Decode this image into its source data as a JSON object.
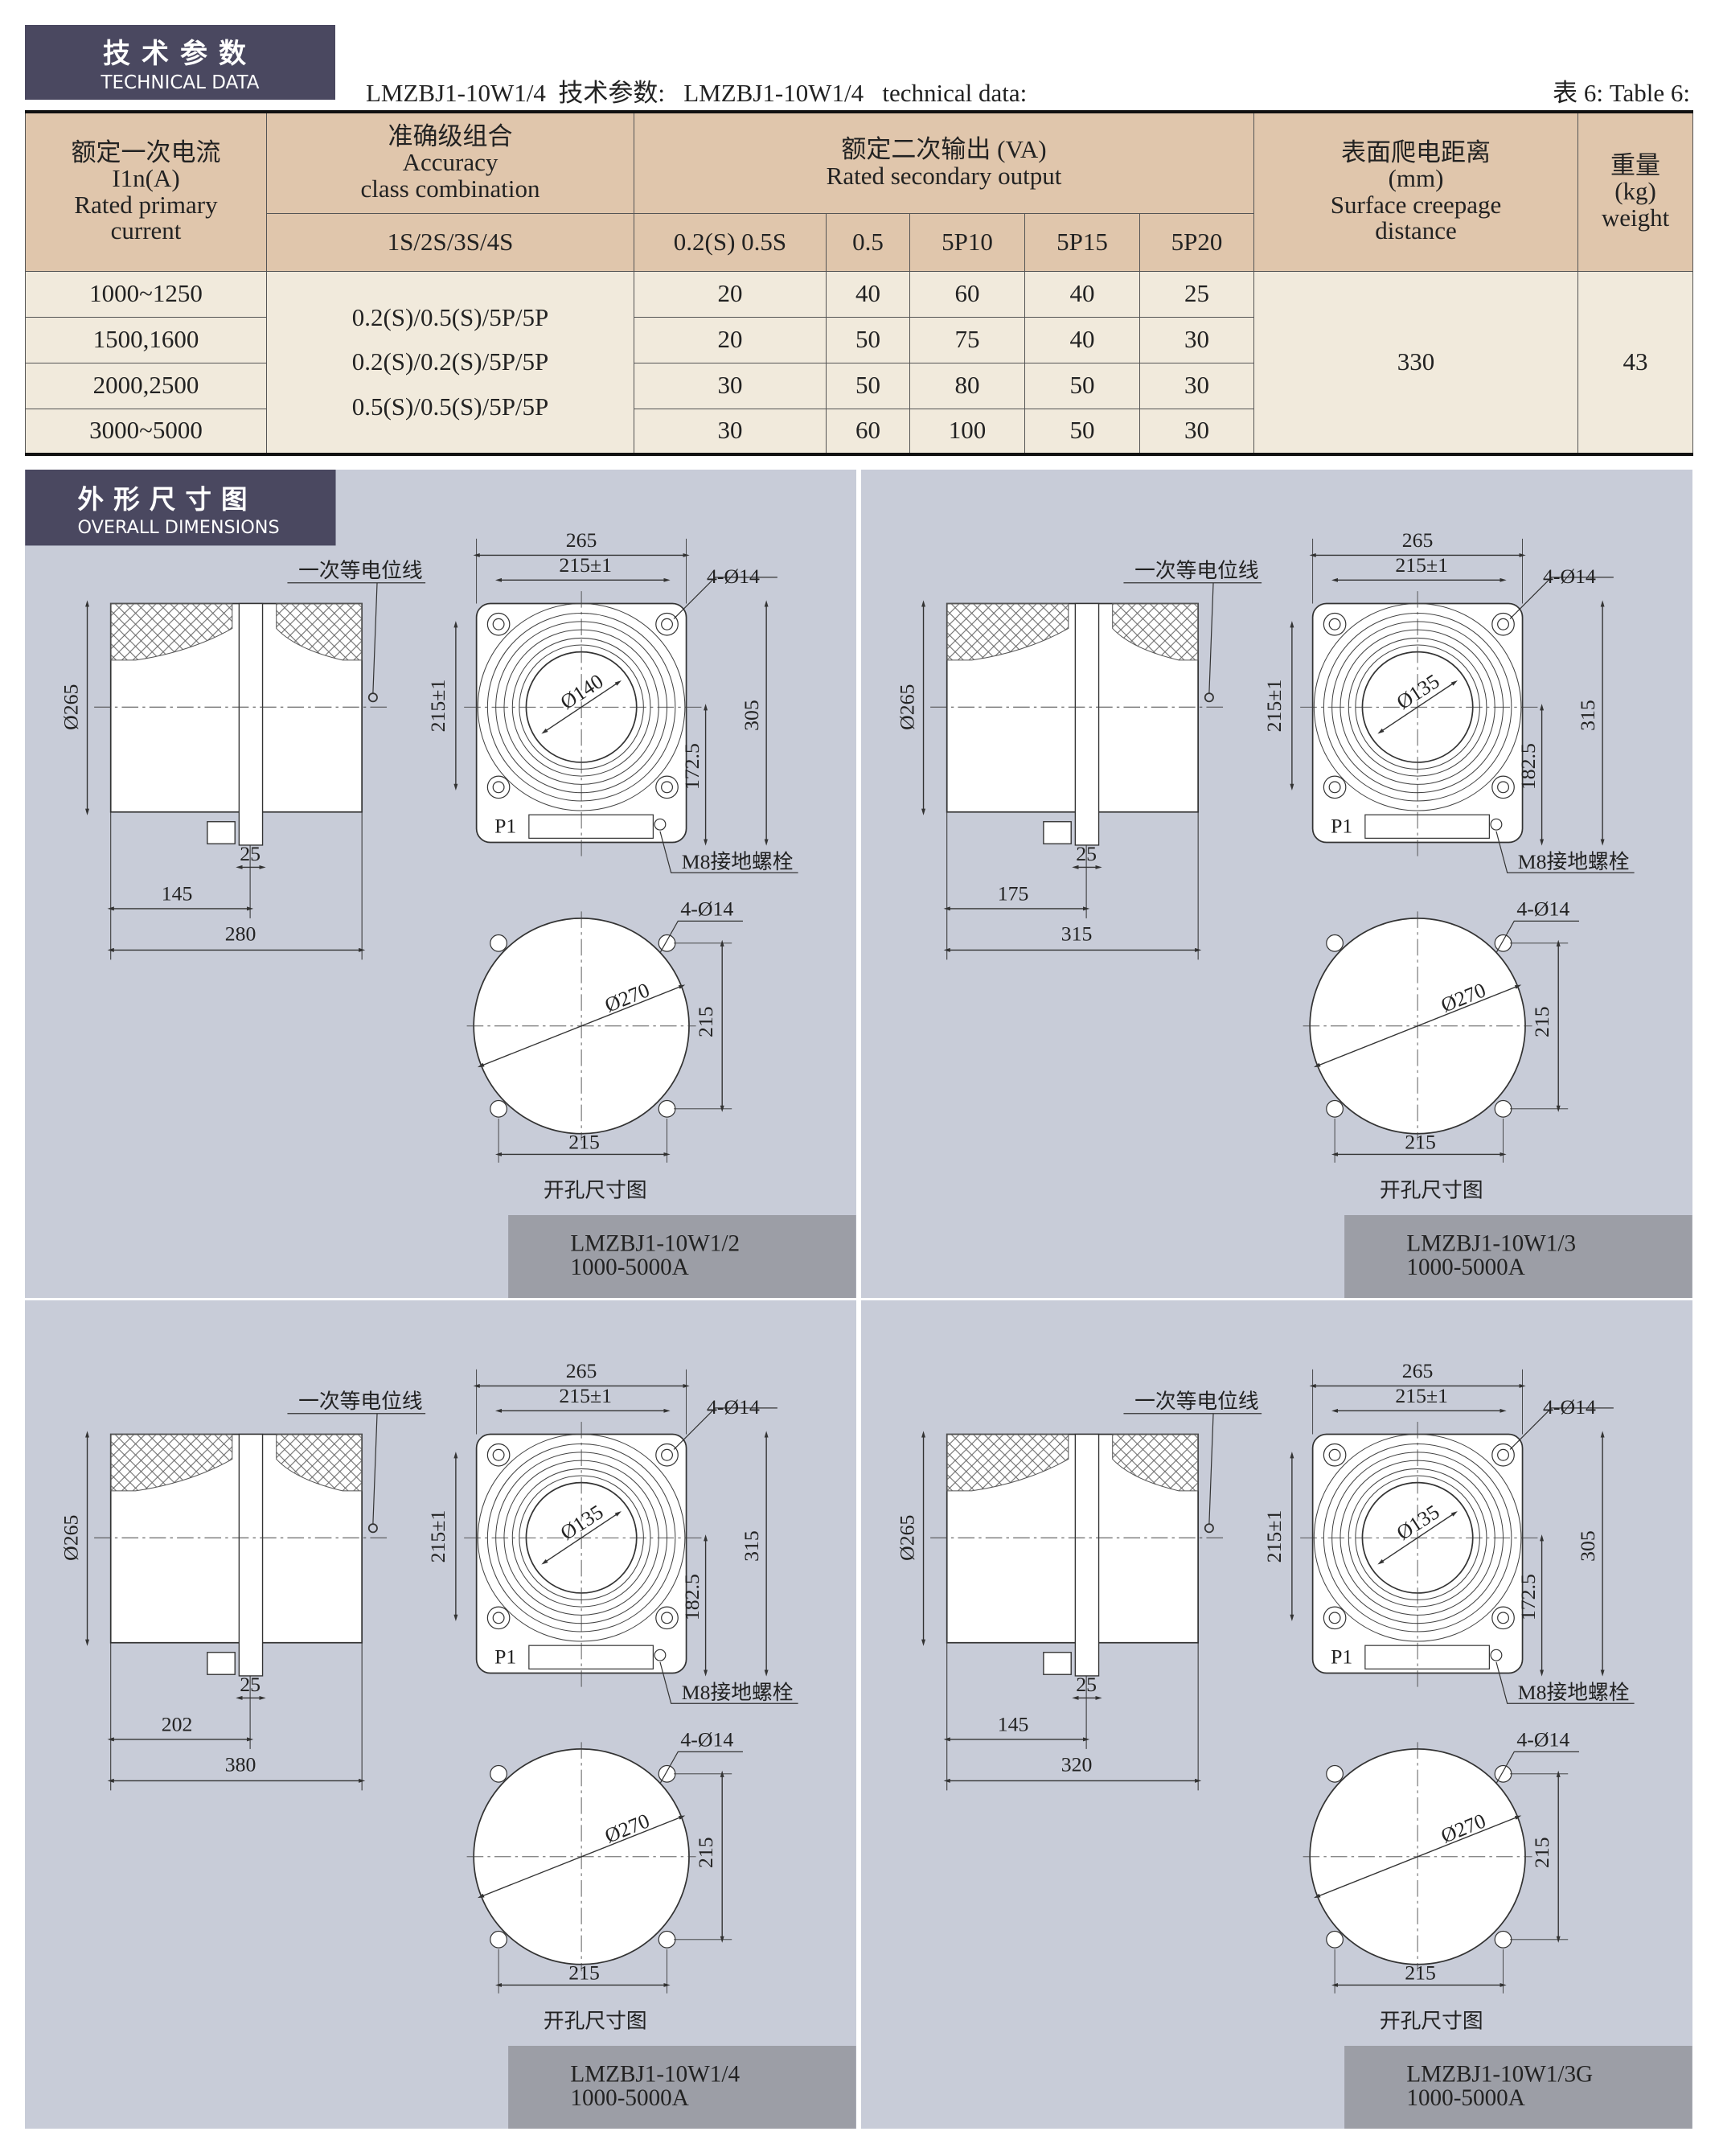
{
  "tech_badge": {
    "zh": "技术参数",
    "en": "TECHNICAL DATA"
  },
  "title_line": "LMZBJ1-10W1/4  技术参数:   LMZBJ1-10W1/4   technical data:",
  "table_no": "表 6: Table 6:",
  "table": {
    "h_current": [
      "额定一次电流",
      "I1n(A)",
      "Rated primary",
      "current"
    ],
    "h_accuracy": [
      "准确级组合",
      "Accuracy",
      "class combination"
    ],
    "h_output": [
      "额定二次输出 (VA)",
      "Rated secondary output"
    ],
    "h_creepage": [
      "表面爬电距离",
      "(mm)",
      "Surface creepage",
      "distance"
    ],
    "h_weight": [
      "重量",
      "(kg)",
      "weight"
    ],
    "sub_accuracy": "1S/2S/3S/4S",
    "sub_cols": [
      "0.2(S)  0.5S",
      "0.5",
      "5P10",
      "5P15",
      "5P20"
    ],
    "accuracy_values": [
      "0.2(S)/0.5(S)/5P/5P",
      "0.2(S)/0.2(S)/5P/5P",
      "0.5(S)/0.5(S)/5P/5P"
    ],
    "rows": [
      {
        "current": "1000~1250",
        "v": [
          "20",
          "40",
          "60",
          "40",
          "25"
        ]
      },
      {
        "current": "1500,1600",
        "v": [
          "20",
          "50",
          "75",
          "40",
          "30"
        ]
      },
      {
        "current": "2000,2500",
        "v": [
          "30",
          "50",
          "80",
          "50",
          "30"
        ]
      },
      {
        "current": "3000~5000",
        "v": [
          "30",
          "60",
          "100",
          "50",
          "30"
        ]
      }
    ],
    "creepage": "330",
    "weight": "43"
  },
  "dim_badge": {
    "zh": "外形尺寸图",
    "en": "OVERALL DIMENSIONS"
  },
  "panels": [
    {
      "lead": "一次等电位线",
      "dia": "Ø265",
      "d25": "25",
      "d_mid": "145",
      "d_total": "280",
      "w265": "265",
      "w215": "215±1",
      "holes": "4-Ø14",
      "inner": "Ø140",
      "h215": "215±1",
      "h_center": "172.5",
      "h_total": "305",
      "p1": "P1",
      "ground": "M8接地螺栓",
      "c_holes": "4-Ø14",
      "c_dia": "Ø270",
      "c_v": "215",
      "c_h": "215",
      "c_title": "开孔尺寸图",
      "model": "LMZBJ1-10W1/2",
      "range": "1000-5000A"
    },
    {
      "lead": "一次等电位线",
      "dia": "Ø265",
      "d25": "25",
      "d_mid": "175",
      "d_total": "315",
      "w265": "265",
      "w215": "215±1",
      "holes": "4-Ø14",
      "inner": "Ø135",
      "h215": "215±1",
      "h_center": "182.5",
      "h_total": "315",
      "p1": "P1",
      "ground": "M8接地螺栓",
      "c_holes": "4-Ø14",
      "c_dia": "Ø270",
      "c_v": "215",
      "c_h": "215",
      "c_title": "开孔尺寸图",
      "model": "LMZBJ1-10W1/3",
      "range": "1000-5000A"
    },
    {
      "lead": "一次等电位线",
      "dia": "Ø265",
      "d25": "25",
      "d_mid": "202",
      "d_total": "380",
      "w265": "265",
      "w215": "215±1",
      "holes": "4-Ø14",
      "inner": "Ø135",
      "h215": "215±1",
      "h_center": "182.5",
      "h_total": "315",
      "p1": "P1",
      "ground": "M8接地螺栓",
      "c_holes": "4-Ø14",
      "c_dia": "Ø270",
      "c_v": "215",
      "c_h": "215",
      "c_title": "开孔尺寸图",
      "model": "LMZBJ1-10W1/4",
      "range": "1000-5000A"
    },
    {
      "lead": "一次等电位线",
      "dia": "Ø265",
      "d25": "25",
      "d_mid": "145",
      "d_total": "320",
      "w265": "265",
      "w215": "215±1",
      "holes": "4-Ø14",
      "inner": "Ø135",
      "h215": "215±1",
      "h_center": "172.5",
      "h_total": "305",
      "p1": "P1",
      "ground": "M8接地螺栓",
      "c_holes": "4-Ø14",
      "c_dia": "Ø270",
      "c_v": "215",
      "c_h": "215",
      "c_title": "开孔尺寸图",
      "model": "LMZBJ1-10W1/3G",
      "range": "1000-5000A"
    }
  ]
}
